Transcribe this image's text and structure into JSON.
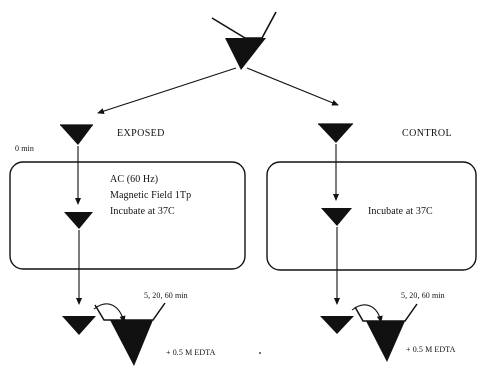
{
  "labels": {
    "zero_min": "0 min",
    "exposed": "EXPOSED",
    "control": "CONTROL",
    "exposed_conditions": [
      "AC (60 Hz)",
      "Magnetic Field 1Tp",
      "Incubate at 37C"
    ],
    "control_condition": "Incubate at 37C",
    "times_left": "5, 20, 60 min",
    "times_right": "5, 20, 60 min",
    "edta_left": "+ 0.5 M EDTA",
    "edta_right": "+ 0.5 M EDTA"
  }
}
